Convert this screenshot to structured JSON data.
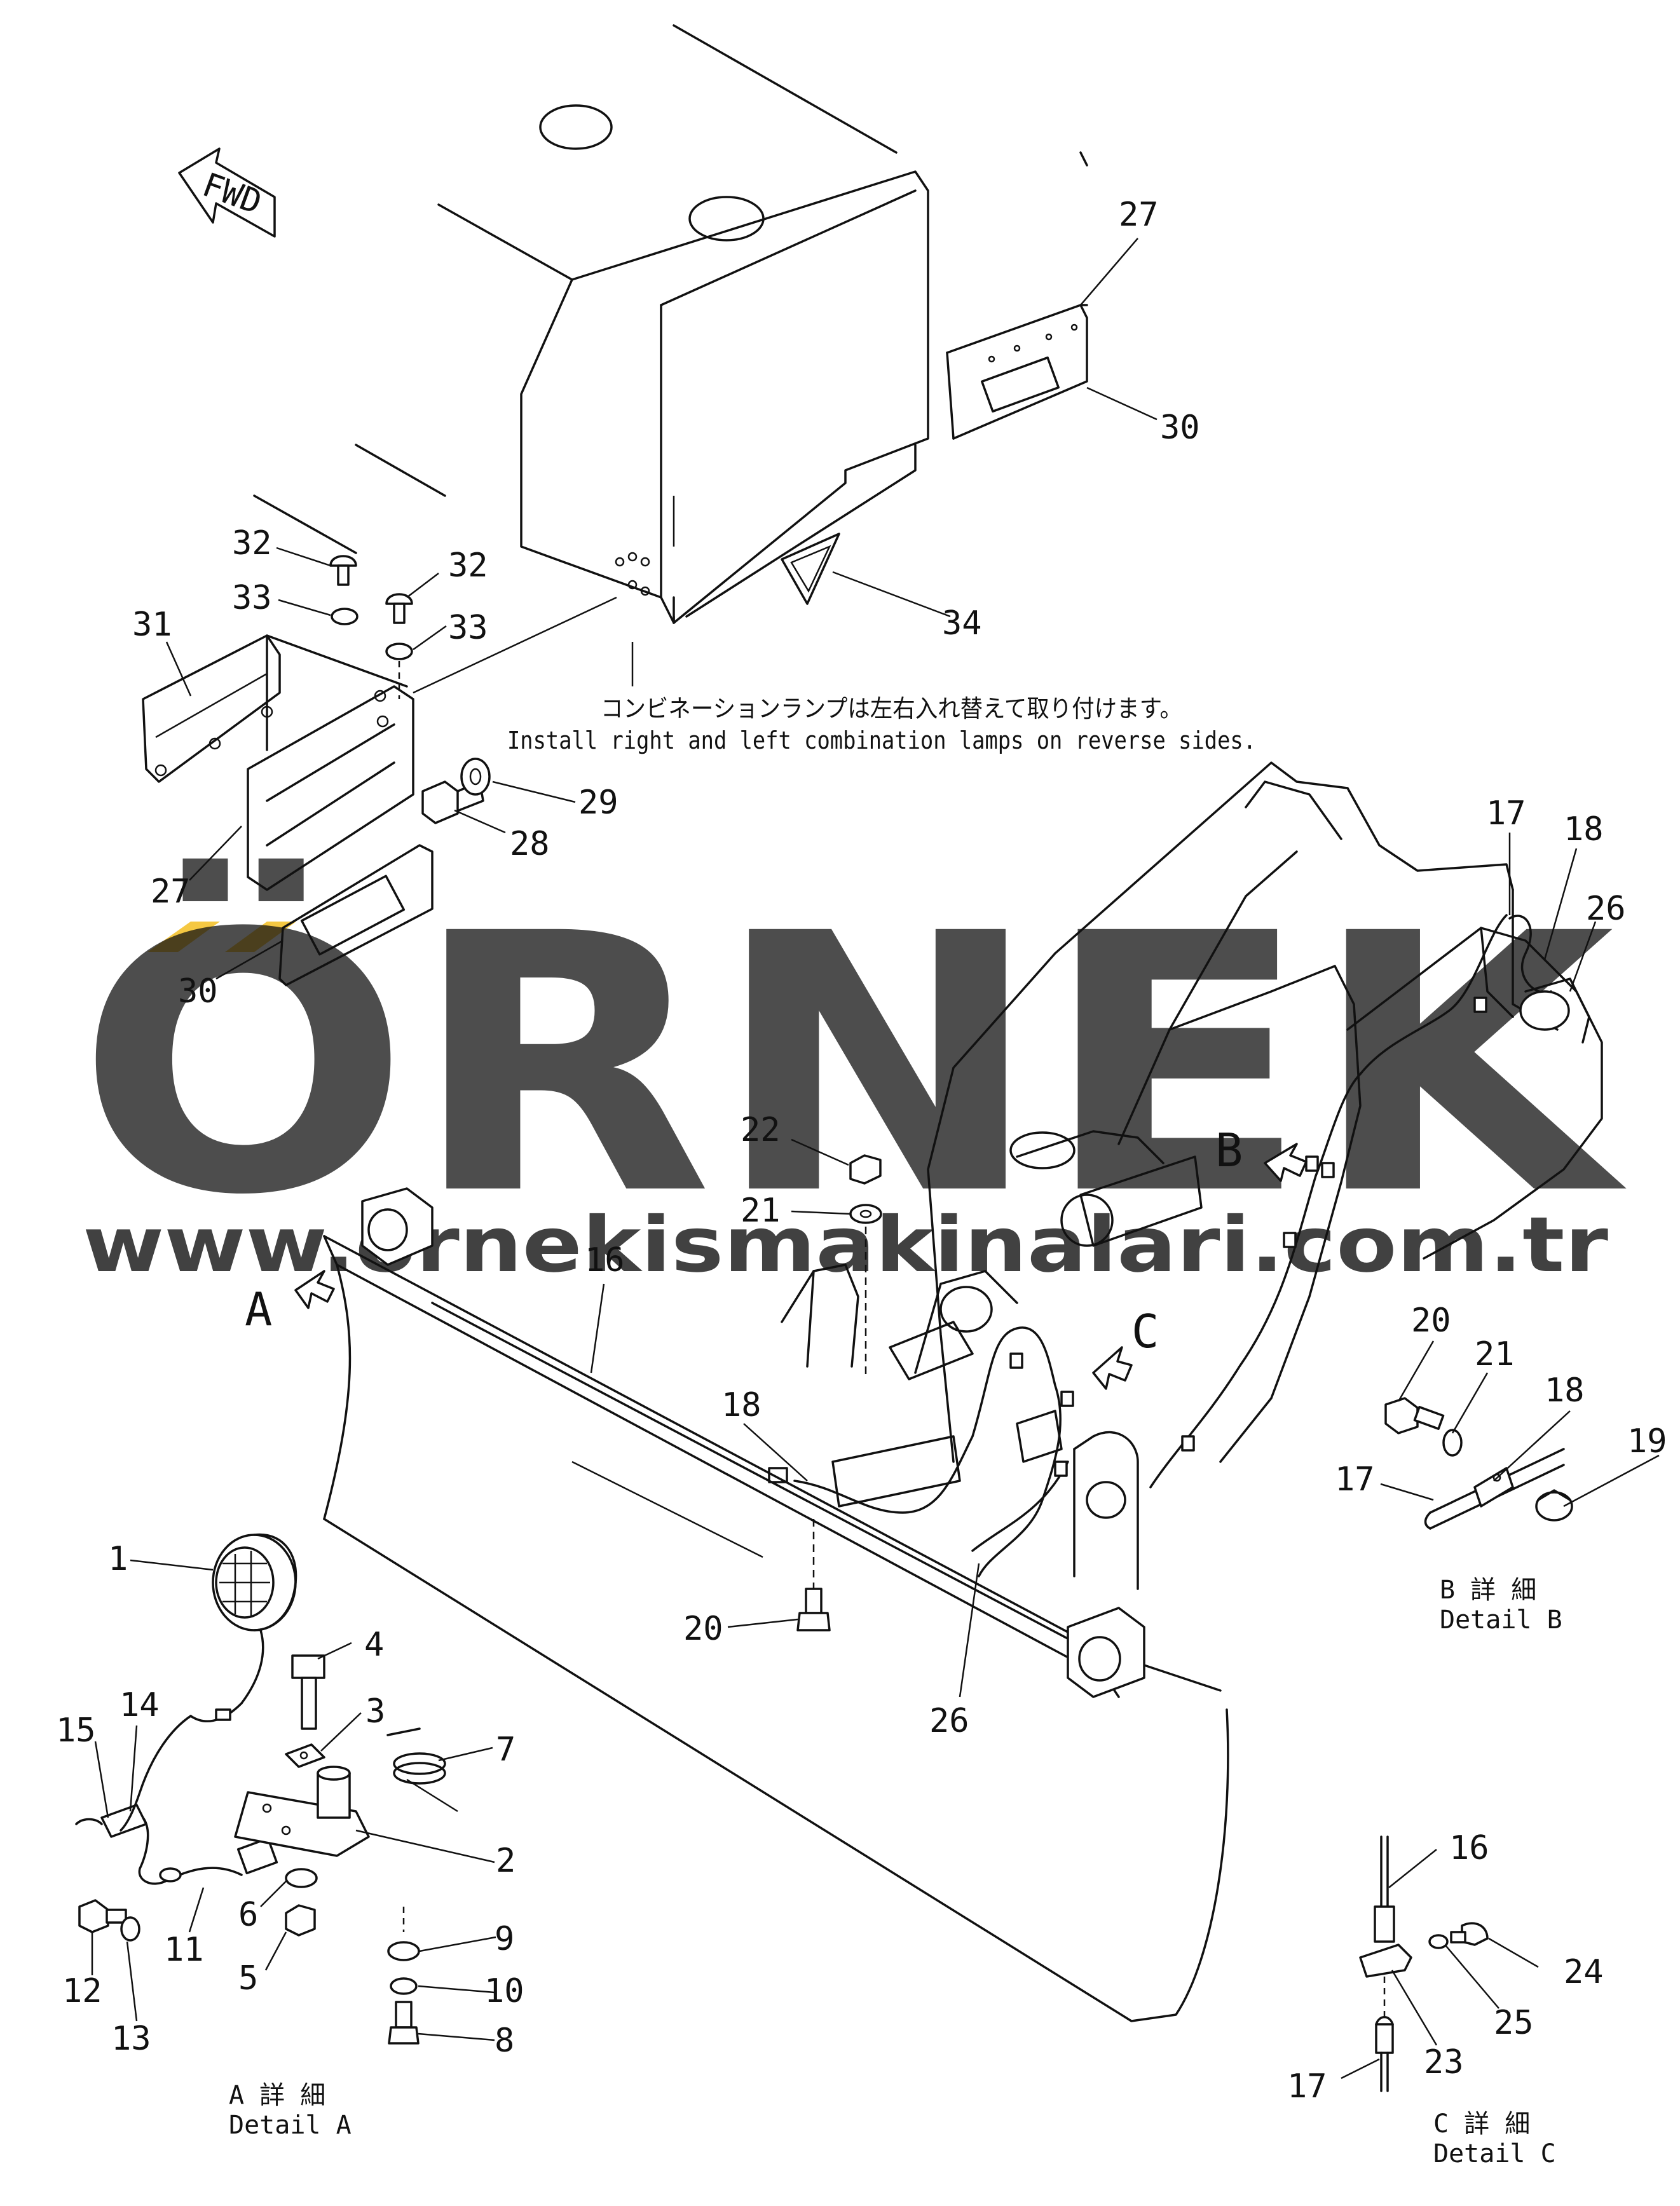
{
  "watermark": {
    "brand": "ÖRNEK",
    "url": "www.ornekismakinalari.com.tr",
    "accent_color": "#f5c842",
    "text_color": "#c8c8d0"
  },
  "notes": {
    "install_jp": "コンビネーションランプは左右入れ替えて取り付けます。",
    "install_en": "Install right and left combination lamps on reverse sides."
  },
  "fwd_label": "FWD",
  "view_letters": {
    "a": "A",
    "b": "B",
    "c": "C"
  },
  "details": {
    "a": {
      "jp": "A 詳 細",
      "en": "Detail A"
    },
    "b": {
      "jp": "B 詳 細",
      "en": "Detail B"
    },
    "c": {
      "jp": "C 詳 細",
      "en": "Detail C"
    }
  },
  "callouts": {
    "p27_top": "27",
    "p30_top": "30",
    "p32_left": "32",
    "p32_right": "32",
    "p33_left": "33",
    "p33_right": "33",
    "p34": "34",
    "p31": "31",
    "p29": "29",
    "p28": "28",
    "p27_left": "27",
    "p30_left": "30",
    "p17_top": "17",
    "p18_top": "18",
    "p26_top": "26",
    "p22": "22",
    "p21": "21",
    "p16": "16",
    "p18_mid": "18",
    "p20_mid": "20",
    "p26_mid": "26",
    "p20_b": "20",
    "p21_b": "21",
    "p18_b": "18",
    "p17_b": "17",
    "p19_b": "19",
    "p1": "1",
    "p4": "4",
    "p3": "3",
    "p7": "7",
    "p2": "2",
    "p15": "15",
    "p14": "14",
    "p6": "6",
    "p11": "11",
    "p9": "9",
    "p5": "5",
    "p12": "12",
    "p13": "13",
    "p10": "10",
    "p8": "8",
    "p16_c": "16",
    "p24_c": "24",
    "p25_c": "25",
    "p23_c": "23",
    "p17_c": "17"
  }
}
